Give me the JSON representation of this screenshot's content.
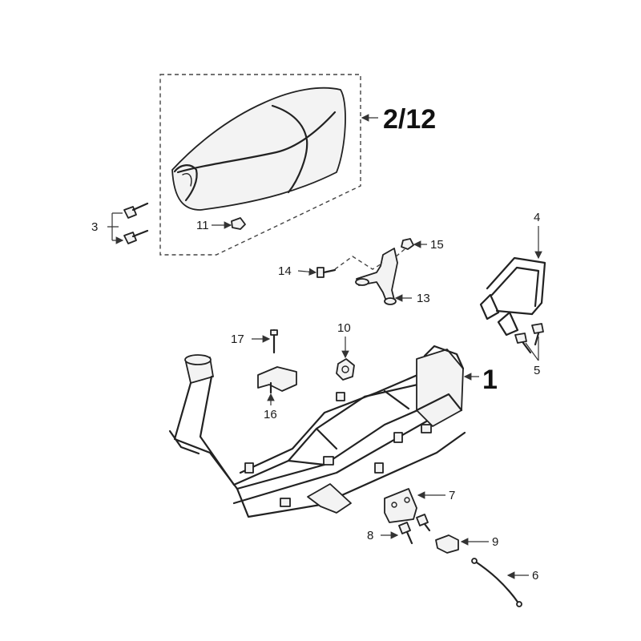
{
  "callouts": {
    "c1": "1",
    "c2_12": "2/12",
    "c3": "3",
    "c4": "4",
    "c5": "5",
    "c6": "6",
    "c7": "7",
    "c8": "8",
    "c9": "9",
    "c10": "10",
    "c11": "11",
    "c13": "13",
    "c14": "14",
    "c15": "15",
    "c16": "16",
    "c17": "17"
  },
  "colors": {
    "line": "#222222",
    "background": "#ffffff"
  }
}
